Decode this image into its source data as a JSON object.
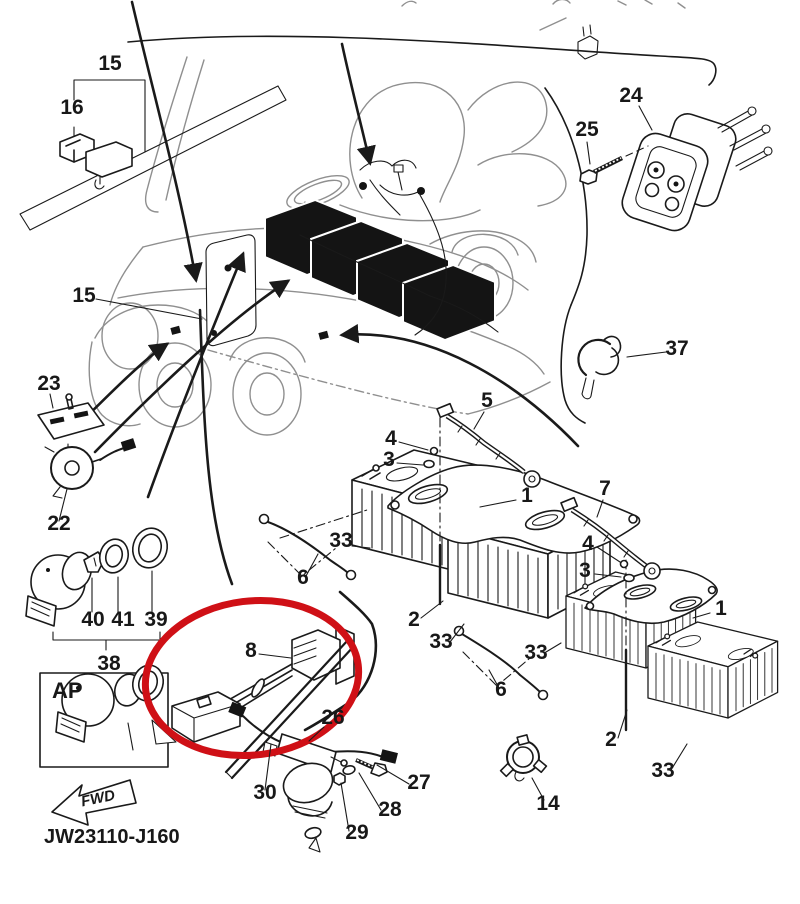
{
  "diagram": {
    "drawing_number": "JW23110-J160",
    "orientation_label": "FWD",
    "variant_box_label": "AP",
    "highlight_color": "#cf1016",
    "line_color": "#1a1a1a"
  },
  "callouts": [
    {
      "label": "15"
    },
    {
      "label": "16"
    },
    {
      "label": "24"
    },
    {
      "label": "25"
    },
    {
      "label": "37"
    },
    {
      "label": "15"
    },
    {
      "label": "23"
    },
    {
      "label": "22"
    },
    {
      "label": "5"
    },
    {
      "label": "4"
    },
    {
      "label": "3"
    },
    {
      "label": "1"
    },
    {
      "label": "33"
    },
    {
      "label": "6"
    },
    {
      "label": "2"
    },
    {
      "label": "33"
    },
    {
      "label": "7"
    },
    {
      "label": "4"
    },
    {
      "label": "3"
    },
    {
      "label": "1"
    },
    {
      "label": "33"
    },
    {
      "label": "6"
    },
    {
      "label": "2"
    },
    {
      "label": "33"
    },
    {
      "label": "14"
    },
    {
      "label": "40"
    },
    {
      "label": "41"
    },
    {
      "label": "39"
    },
    {
      "label": "38"
    },
    {
      "label": "8"
    },
    {
      "label": "26"
    },
    {
      "label": "30"
    },
    {
      "label": "27"
    },
    {
      "label": "28"
    },
    {
      "label": "29"
    }
  ]
}
